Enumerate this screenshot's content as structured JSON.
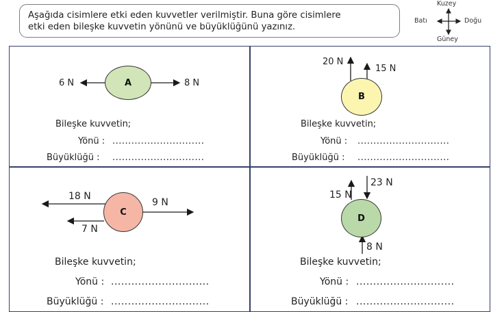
{
  "instruction": {
    "line1": "Aşağıda cisimlere etki eden kuvvetler verilmiştir. Buna göre cisimlere",
    "line2": "etki eden bileşke kuvvetin yönünü ve büyüklüğünü yazınız."
  },
  "compass": {
    "north": "Kuzey",
    "south": "Güney",
    "west": "Batı",
    "east": "Doğu"
  },
  "questions": {
    "resultant": "Bileşke kuvvetin;",
    "direction": "Yönü :",
    "magnitude": "Büyüklüğü :",
    "blank": "............................."
  },
  "bodies": [
    {
      "id": "A",
      "color": "#d2e5b8",
      "forces": [
        {
          "label": "6 N"
        },
        {
          "label": "8 N"
        }
      ]
    },
    {
      "id": "B",
      "color": "#fbf5b0",
      "forces": [
        {
          "label": "20 N"
        },
        {
          "label": "15 N"
        }
      ]
    },
    {
      "id": "C",
      "color": "#f6b6a6",
      "forces": [
        {
          "label": "18 N"
        },
        {
          "label": "9 N"
        },
        {
          "label": "7 N"
        }
      ]
    },
    {
      "id": "D",
      "color": "#b9d9a8",
      "forces": [
        {
          "label": "15 N"
        },
        {
          "label": "23 N"
        },
        {
          "label": "8 N"
        }
      ]
    }
  ]
}
